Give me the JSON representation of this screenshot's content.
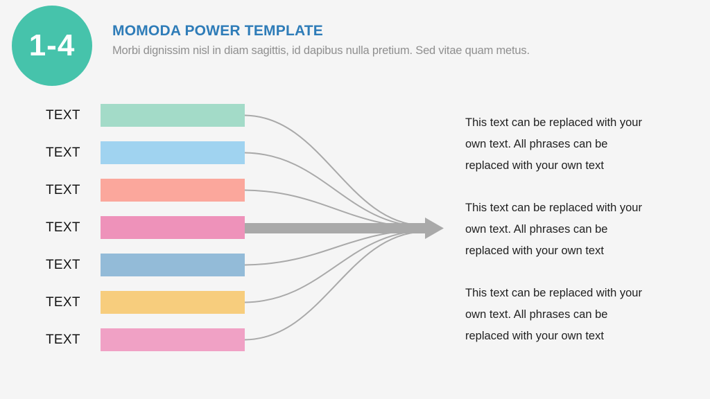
{
  "slide": {
    "badge": "1-4",
    "title": "MOMODA POWER TEMPLATE",
    "subtitle": "Morbi dignissim nisl in diam sagittis, id dapibus nulla pretium. Sed vitae quam metus."
  },
  "bars": [
    {
      "label": "TEXT",
      "color": "#a3dbc8"
    },
    {
      "label": "TEXT",
      "color": "#a0d3f0"
    },
    {
      "label": "TEXT",
      "color": "#fba79c"
    },
    {
      "label": "TEXT",
      "color": "#ee92ba"
    },
    {
      "label": "TEXT",
      "color": "#93bbd8"
    },
    {
      "label": "TEXT",
      "color": "#f7cd7d"
    },
    {
      "label": "TEXT",
      "color": "#f0a1c5"
    }
  ],
  "paragraphs": [
    {
      "lines": [
        "This text can be replaced with your",
        "own text. All phrases can be",
        "replaced with your own text"
      ]
    },
    {
      "lines": [
        "This text can be replaced with your",
        "own text. All phrases can be",
        "replaced with your own text"
      ]
    },
    {
      "lines": [
        "This text can be replaced with your",
        "own text. All phrases can be",
        "replaced with your own text"
      ]
    }
  ],
  "colors": {
    "accent-teal": "#46c3ab",
    "title-blue": "#2e7cb8",
    "subtitle-gray": "#8f8f8f",
    "connector-gray": "#a9a9a9",
    "text-dark": "#1f1f1f",
    "background": "#f5f5f5"
  }
}
